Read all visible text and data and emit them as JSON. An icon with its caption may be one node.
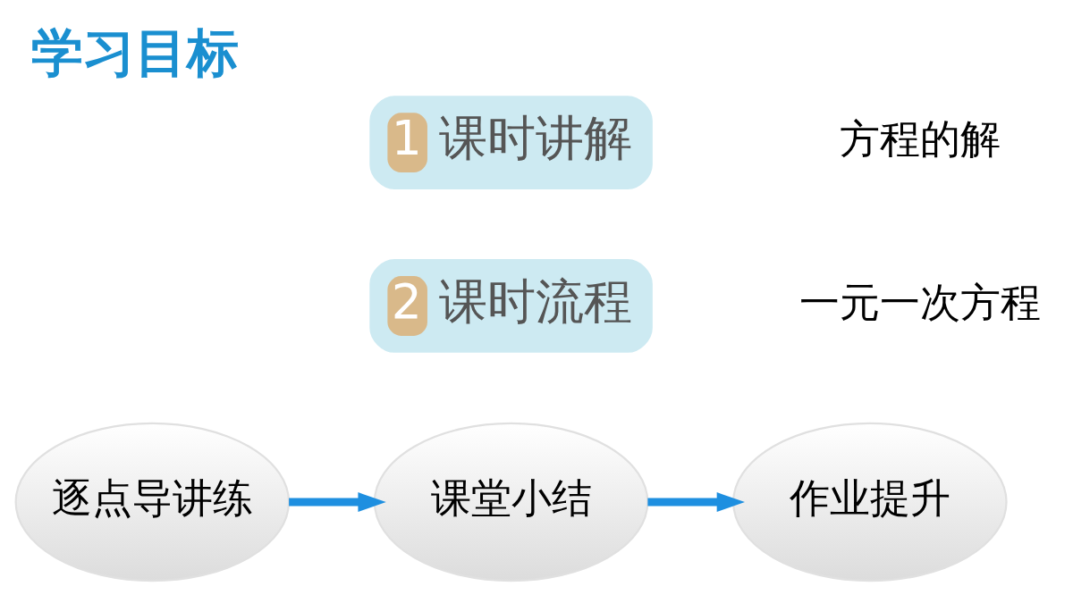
{
  "diagram": {
    "title": "学习目标",
    "nodes": [
      {
        "text": [
          "1",
          "课时讲解"
        ]
      },
      {
        "text": [
          "2",
          "课时流程"
        ]
      },
      {
        "text": [
          "逐点导讲练"
        ]
      },
      {
        "text": [
          "课堂小结"
        ]
      },
      {
        "text": [
          "作业提升"
        ]
      }
    ],
    "edges": [
      {
        "from": 2,
        "to": 3,
        "arrow": "to"
      },
      {
        "from": 3,
        "to": 4,
        "arrow": "to"
      }
    ],
    "labels": [
      "方程的解",
      "一元一次方程"
    ]
  }
}
